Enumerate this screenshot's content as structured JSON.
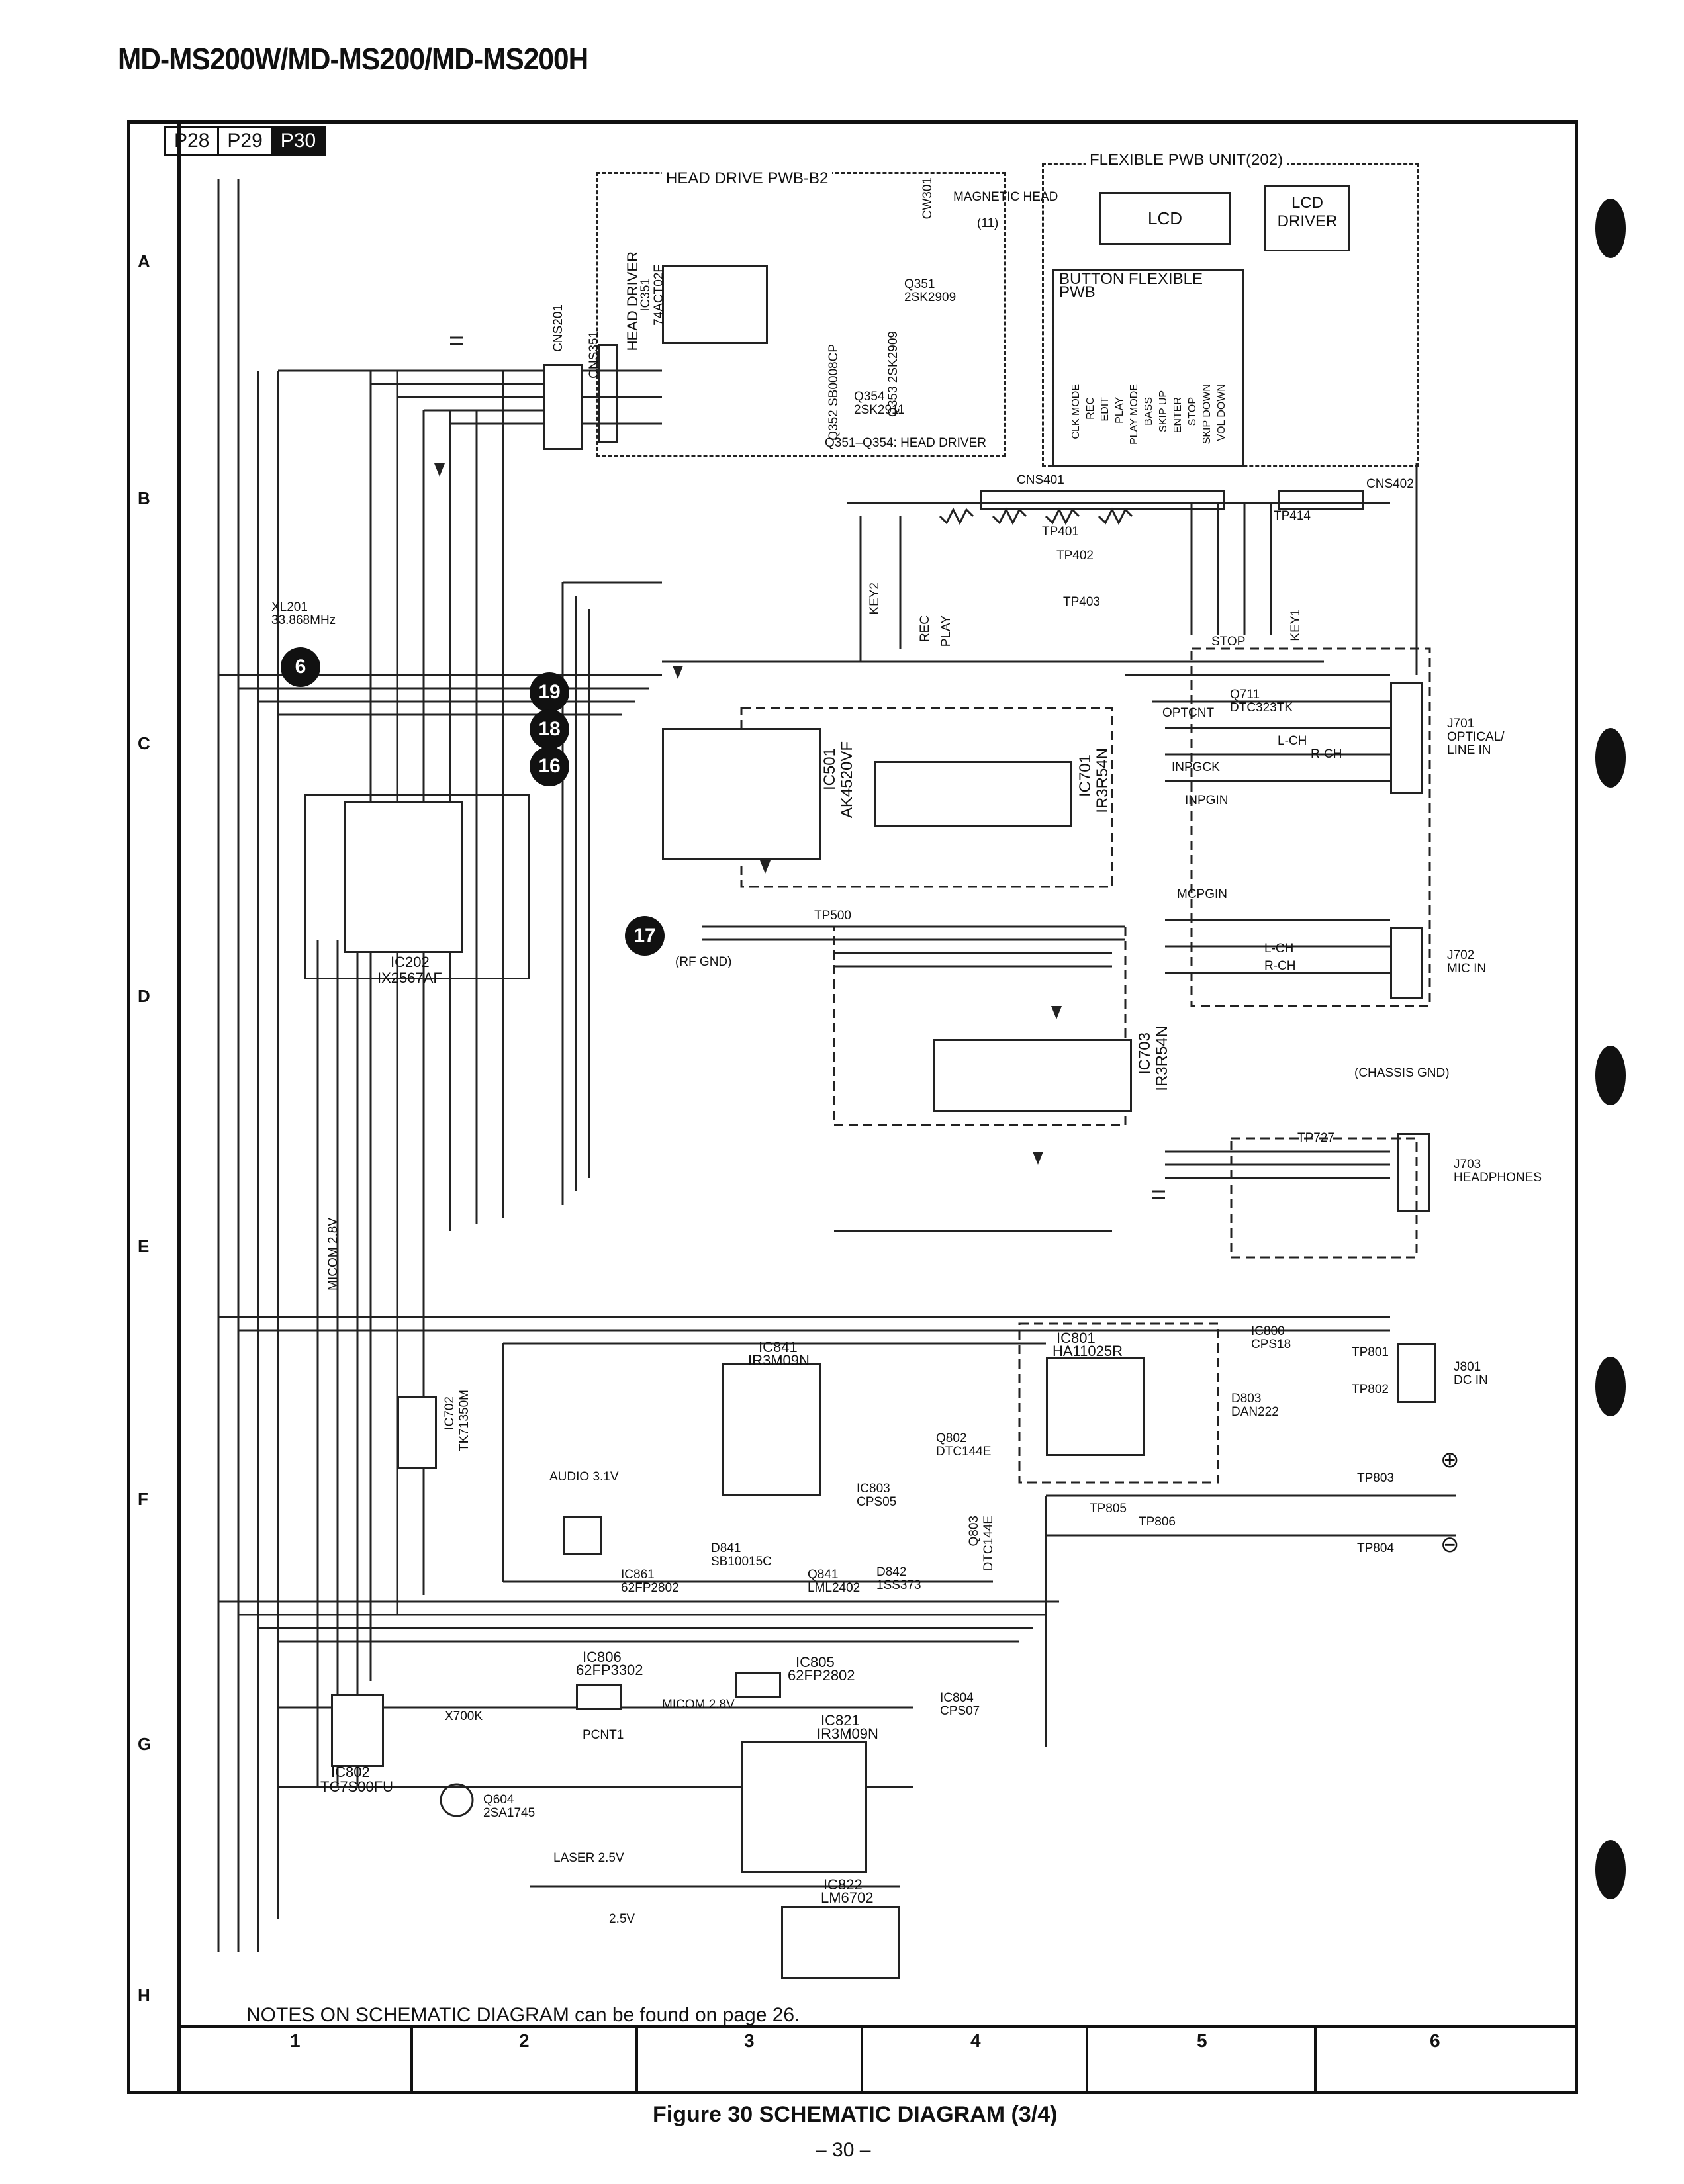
{
  "header": {
    "model_title": "MD-MS200W/MD-MS200/MD-MS200H",
    "tabs": [
      {
        "label": "P28",
        "active": false
      },
      {
        "label": "P29",
        "active": false
      },
      {
        "label": "P30",
        "active": true
      }
    ]
  },
  "grid": {
    "rows": [
      "A",
      "B",
      "C",
      "D",
      "E",
      "F",
      "G",
      "H"
    ],
    "columns": [
      "1",
      "2",
      "3",
      "4",
      "5",
      "6"
    ]
  },
  "blocks": {
    "head_drive": {
      "title": "HEAD DRIVE PWB-B2",
      "ic": "IC351",
      "ic_part": "74ACT02F",
      "ic_role": "HEAD DRIVER",
      "connector": "CNS351",
      "head_label": "MAGNETIC HEAD",
      "head_conn": "CW301",
      "head_pin": "(11)",
      "note": "Q351–Q354: HEAD DRIVER",
      "transistors": [
        "Q351 2SK2909",
        "Q352 SB0008CP",
        "Q353 2SK2909",
        "Q354 2SK2911"
      ]
    },
    "flexible_pwb": {
      "title": "FLEXIBLE PWB UNIT(202)",
      "lcd": "LCD",
      "lcd_driver": "LCD DRIVER",
      "button_pwb": "BUTTON FLEXIBLE PWB",
      "buttons": [
        "CLK MODE",
        "REC",
        "EDIT",
        "PLAY",
        "PLAY MODE",
        "BASS",
        "SKIP UP",
        "ENTER",
        "STOP",
        "SKIP DOWN",
        "VOL DOWN"
      ]
    },
    "connectors": {
      "cns201": "CNS201",
      "cns401": "CNS401",
      "cns402": "CNS402"
    }
  },
  "components": {
    "ic202": {
      "ref": "IC202",
      "part": "IX2567AF"
    },
    "ic501": {
      "ref": "IC501",
      "part": "AK4520VF"
    },
    "ic701": {
      "ref": "IC701",
      "part": "IR3R54N"
    },
    "ic703": {
      "ref": "IC703",
      "part": "IR3R54N"
    },
    "ic702": {
      "ref": "IC702",
      "part": "TK71350M"
    },
    "ic801": {
      "ref": "IC801",
      "part": "HA11025R"
    },
    "ic841": {
      "ref": "IC841",
      "part": "IR3M09N"
    },
    "ic821": {
      "ref": "IC821",
      "part": "IR3M09N"
    },
    "ic803": {
      "ref": "IC803",
      "part": "CPS05"
    },
    "ic804": {
      "ref": "IC804",
      "part": "CPS07"
    },
    "ic800": {
      "ref": "IC800",
      "part": "CPS18"
    },
    "ic805": {
      "ref": "IC805",
      "part": "62FP2802"
    },
    "ic806": {
      "ref": "IC806",
      "part": "62FP3302"
    },
    "ic861": {
      "ref": "IC861",
      "part": "62FP2802"
    },
    "ic802": {
      "ref": "IC802",
      "part": "TC7S00FU"
    },
    "ic822": {
      "ref": "IC822",
      "part": "LM6702"
    },
    "q604": {
      "ref": "Q604",
      "part": "2SA1745"
    },
    "q711": {
      "ref": "Q711",
      "part": "DTC323TK"
    },
    "q802": {
      "ref": "Q802",
      "part": "DTC144E"
    },
    "q803": {
      "ref": "Q803",
      "part": "DTC144E"
    },
    "q841": {
      "ref": "Q841",
      "part": "LML2402"
    },
    "xl201": {
      "ref": "XL201",
      "part": "33.868MHz"
    },
    "d803": {
      "ref": "D803",
      "part": "DAN222"
    },
    "d841": {
      "ref": "D841",
      "part": "SB10015C"
    },
    "d842": {
      "ref": "D842",
      "part": "1SS373"
    }
  },
  "jacks": {
    "j701": {
      "ref": "J701",
      "label": "OPTICAL/ LINE IN"
    },
    "j702": {
      "ref": "J702",
      "label": "MIC IN"
    },
    "j703": {
      "ref": "J703",
      "label": "HEADPHONES"
    },
    "j801": {
      "ref": "J801",
      "label": "DC IN"
    },
    "chassis_gnd": "(CHASSIS GND)",
    "rf_gnd": "(RF GND)"
  },
  "labels": {
    "micom": "MICOM 2.8V",
    "audio_3v": "AUDIO 3.1V",
    "laser": "LASER 2.5V",
    "v25": "2.5V",
    "x700k": "X700K",
    "pcnt1": "PCNT1",
    "opt_cnt": "OPTCNT",
    "inpgck": "INPGCK",
    "inpgin": "INPGIN",
    "mcpgin": "MCPGIN",
    "l_ch": "L-CH",
    "r_ch": "R-CH",
    "stop": "STOP",
    "key1": "KEY1",
    "key2": "KEY2",
    "rec": "REC",
    "play": "PLAY",
    "tp500": "TP500",
    "tp401": "TP401",
    "tp402": "TP402",
    "tp403": "TP403",
    "tp414": "TP414",
    "tp727": "TP727",
    "tp801": "TP801",
    "tp802": "TP802",
    "tp803": "TP803",
    "tp804": "TP804",
    "tp805": "TP805",
    "tp806": "TP806",
    "plus": "⊕",
    "minus": "⊖"
  },
  "refs": [
    "16",
    "17",
    "18",
    "19",
    "6"
  ],
  "footer": {
    "notes": "NOTES ON SCHEMATIC DIAGRAM can be found on page 26.",
    "caption": "Figure 30  SCHEMATIC DIAGRAM (3/4)",
    "page": "– 30 –"
  }
}
